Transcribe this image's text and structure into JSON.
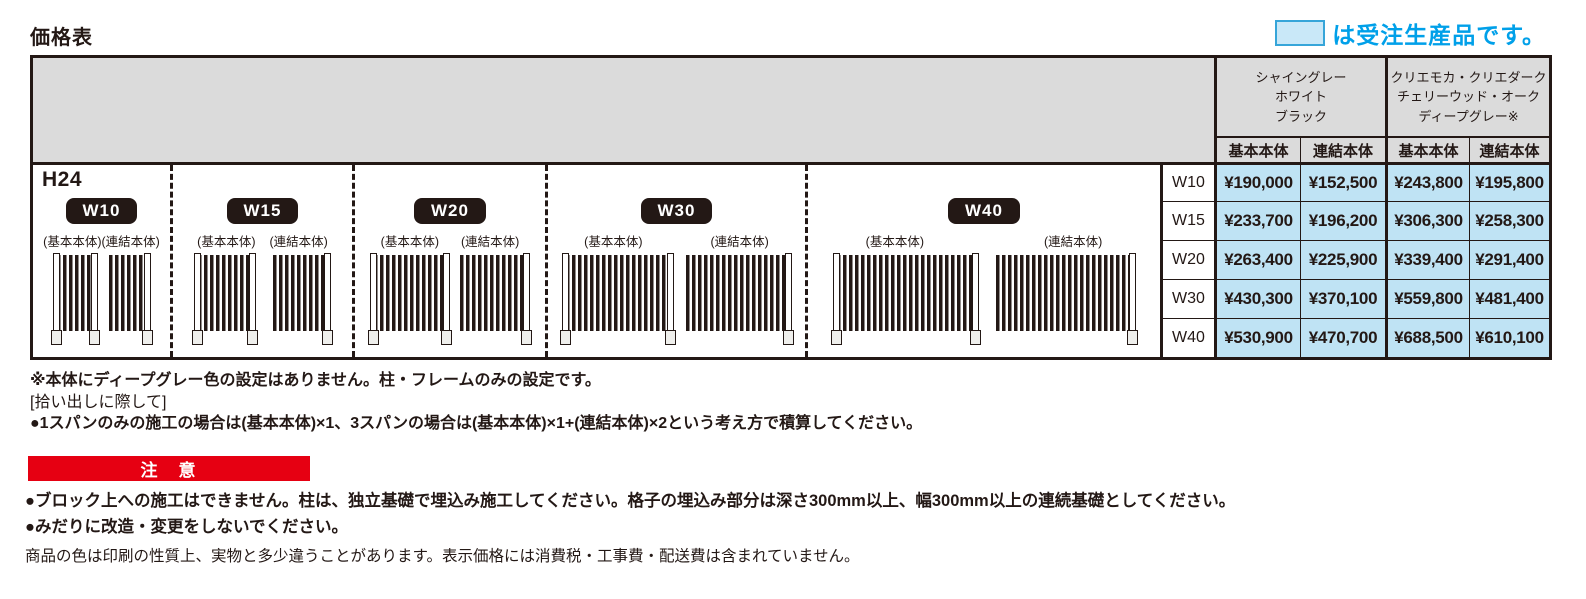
{
  "page": {
    "title": "価格表"
  },
  "legend": {
    "text": "は受注生産品です。",
    "swatch_color": "#c9e8f8",
    "text_color": "#00a0e9"
  },
  "table": {
    "order_cell_color": "#bfe3f4",
    "col_groups": [
      {
        "lines": [
          "シャイングレー",
          "ホワイト",
          "ブラック"
        ]
      },
      {
        "lines": [
          "クリエモカ・クリエダーク",
          "チェリーウッド・オーク",
          "ディープグレー※"
        ]
      }
    ],
    "sub_headers": [
      "基本本体",
      "連結本体"
    ],
    "rows": [
      {
        "label": "W10",
        "prices": [
          "¥190,000",
          "¥152,500",
          "¥243,800",
          "¥195,800"
        ]
      },
      {
        "label": "W15",
        "prices": [
          "¥233,700",
          "¥196,200",
          "¥306,300",
          "¥258,300"
        ]
      },
      {
        "label": "W20",
        "prices": [
          "¥263,400",
          "¥225,900",
          "¥339,400",
          "¥291,400"
        ]
      },
      {
        "label": "W30",
        "prices": [
          "¥430,300",
          "¥370,100",
          "¥559,800",
          "¥481,400"
        ]
      },
      {
        "label": "W40",
        "prices": [
          "¥530,900",
          "¥470,700",
          "¥688,500",
          "¥610,100"
        ]
      }
    ]
  },
  "diagram": {
    "height_label": "H24",
    "basic_label": "(基本本体)",
    "link_label": "(連結本体)",
    "sections": [
      {
        "label": "W10"
      },
      {
        "label": "W15"
      },
      {
        "label": "W20"
      },
      {
        "label": "W30"
      },
      {
        "label": "W40"
      }
    ]
  },
  "notes": {
    "deep_gray_note": "※本体にディープグレー色の設定はありません。柱・フレームのみの設定です。",
    "pickup_heading": "[拾い出しに際して]",
    "pickup_note": "●1スパンのみの施工の場合は(基本本体)×1、3スパンの場合は(基本本体)×1+(連結本体)×2という考え方で積算してください。"
  },
  "caution": {
    "title": "注　意",
    "banner_color": "#e60012",
    "items": [
      "●ブロック上への施工はできません。柱は、独立基礎で埋込み施工してください。格子の埋込み部分は深さ300mm以上、幅300mm以上の連続基礎としてください。",
      "●みだりに改造・変更をしないでください。"
    ]
  },
  "footer": {
    "disclaimer": "商品の色は印刷の性質上、実物と多少違うことがあります。表示価格には消費税・工事費・配送費は含まれていません。"
  }
}
